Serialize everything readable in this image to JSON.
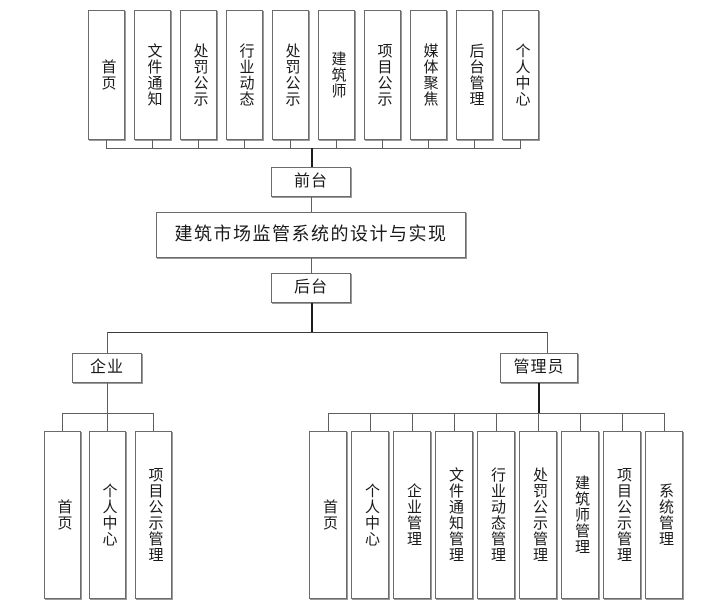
{
  "diagram": {
    "title": "建筑市场监管系统的设计与实现",
    "root_label": "建筑市场监管系统的设计与实现",
    "frontend_label": "前台",
    "backend_label": "后台",
    "enterprise_label": "企业",
    "admin_label": "管理员",
    "frontend_items": [
      {
        "label": "首页"
      },
      {
        "label": "文件通知"
      },
      {
        "label": "处罚公示"
      },
      {
        "label": "行业动态"
      },
      {
        "label": "处罚公示"
      },
      {
        "label": "建筑师"
      },
      {
        "label": "项目公示"
      },
      {
        "label": "媒体聚焦"
      },
      {
        "label": "后台管理"
      },
      {
        "label": "个人中心"
      }
    ],
    "enterprise_items": [
      {
        "label": "首页"
      },
      {
        "label": "个人中心"
      },
      {
        "label": "项目公示管理"
      }
    ],
    "admin_items": [
      {
        "label": "首页"
      },
      {
        "label": "个人中心"
      },
      {
        "label": "企业管理"
      },
      {
        "label": "文件通知管理"
      },
      {
        "label": "行业动态管理"
      },
      {
        "label": "处罚公示管理"
      },
      {
        "label": "建筑师管理"
      },
      {
        "label": "项目公示管理"
      },
      {
        "label": "系统管理"
      }
    ],
    "colors": {
      "background": "#ffffff",
      "box_border": "#6b6b6b",
      "line": "#5f5f5f",
      "line_thick": "#1c1c1c",
      "text": "#1a1a1a"
    }
  }
}
